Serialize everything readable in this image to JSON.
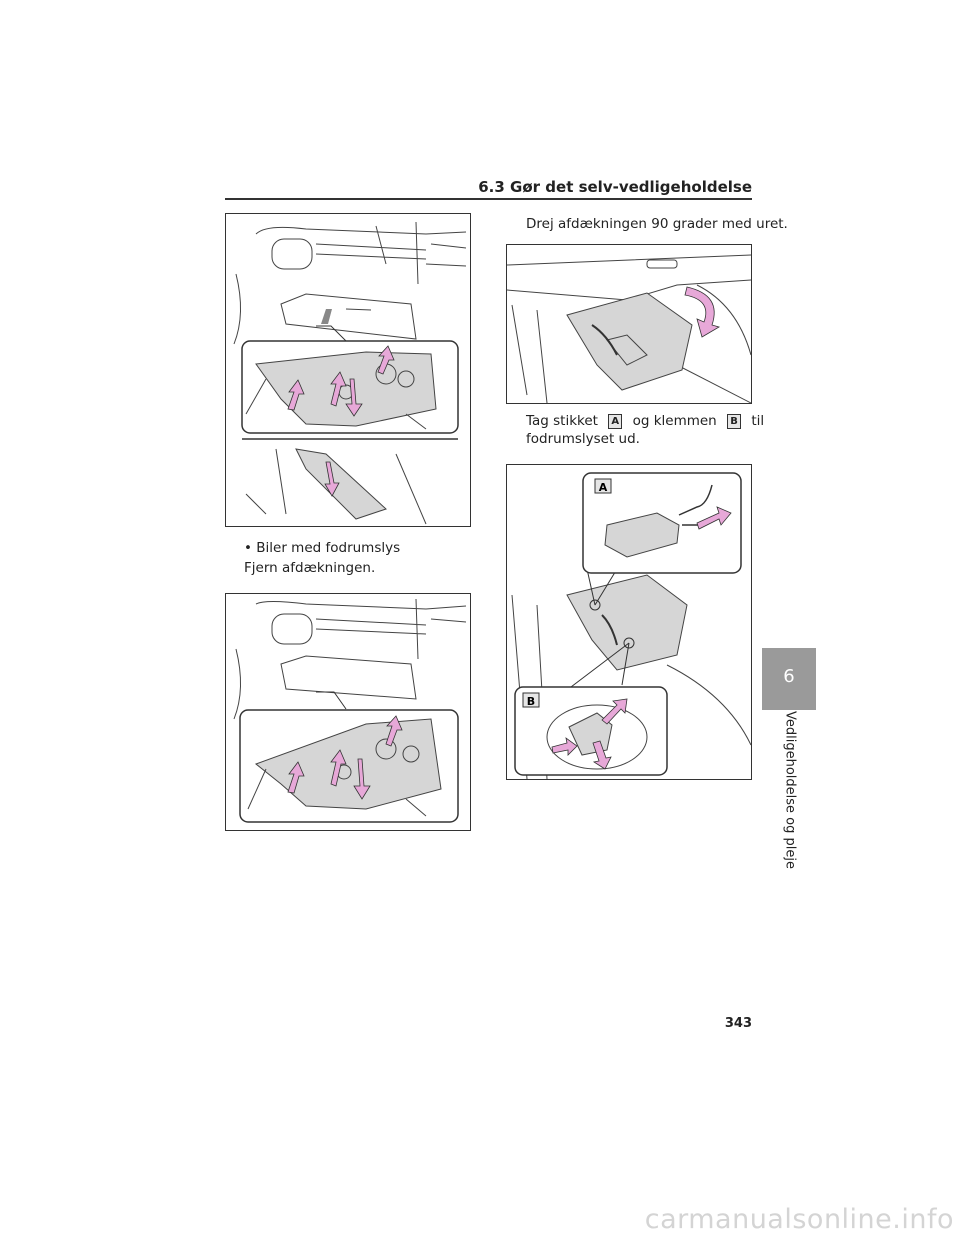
{
  "header": {
    "section_title": "6.3  Gør det selv-vedligeholdelse"
  },
  "left": {
    "bullet_text": "• Biler med fodrumslys",
    "step_text": "Fjern afdækningen."
  },
  "right": {
    "rotate_text": "Drej afdækningen 90 grader med uret.",
    "tag_text_a": "Tag stikket",
    "tag_text_b": "og klemmen",
    "tag_text_c": "til",
    "tag_text_2": "fodrumslyset ud.",
    "callout_a": "A",
    "callout_b": "B"
  },
  "side_tab": {
    "number": "6",
    "label": "Vedligeholdelse og pleje"
  },
  "footer": {
    "page_number": "343"
  },
  "watermark": "carmanualsonline.info",
  "colors": {
    "arrow": "#e7a8d8",
    "panel": "#d6d6d6",
    "tab": "#9a9a9a"
  }
}
